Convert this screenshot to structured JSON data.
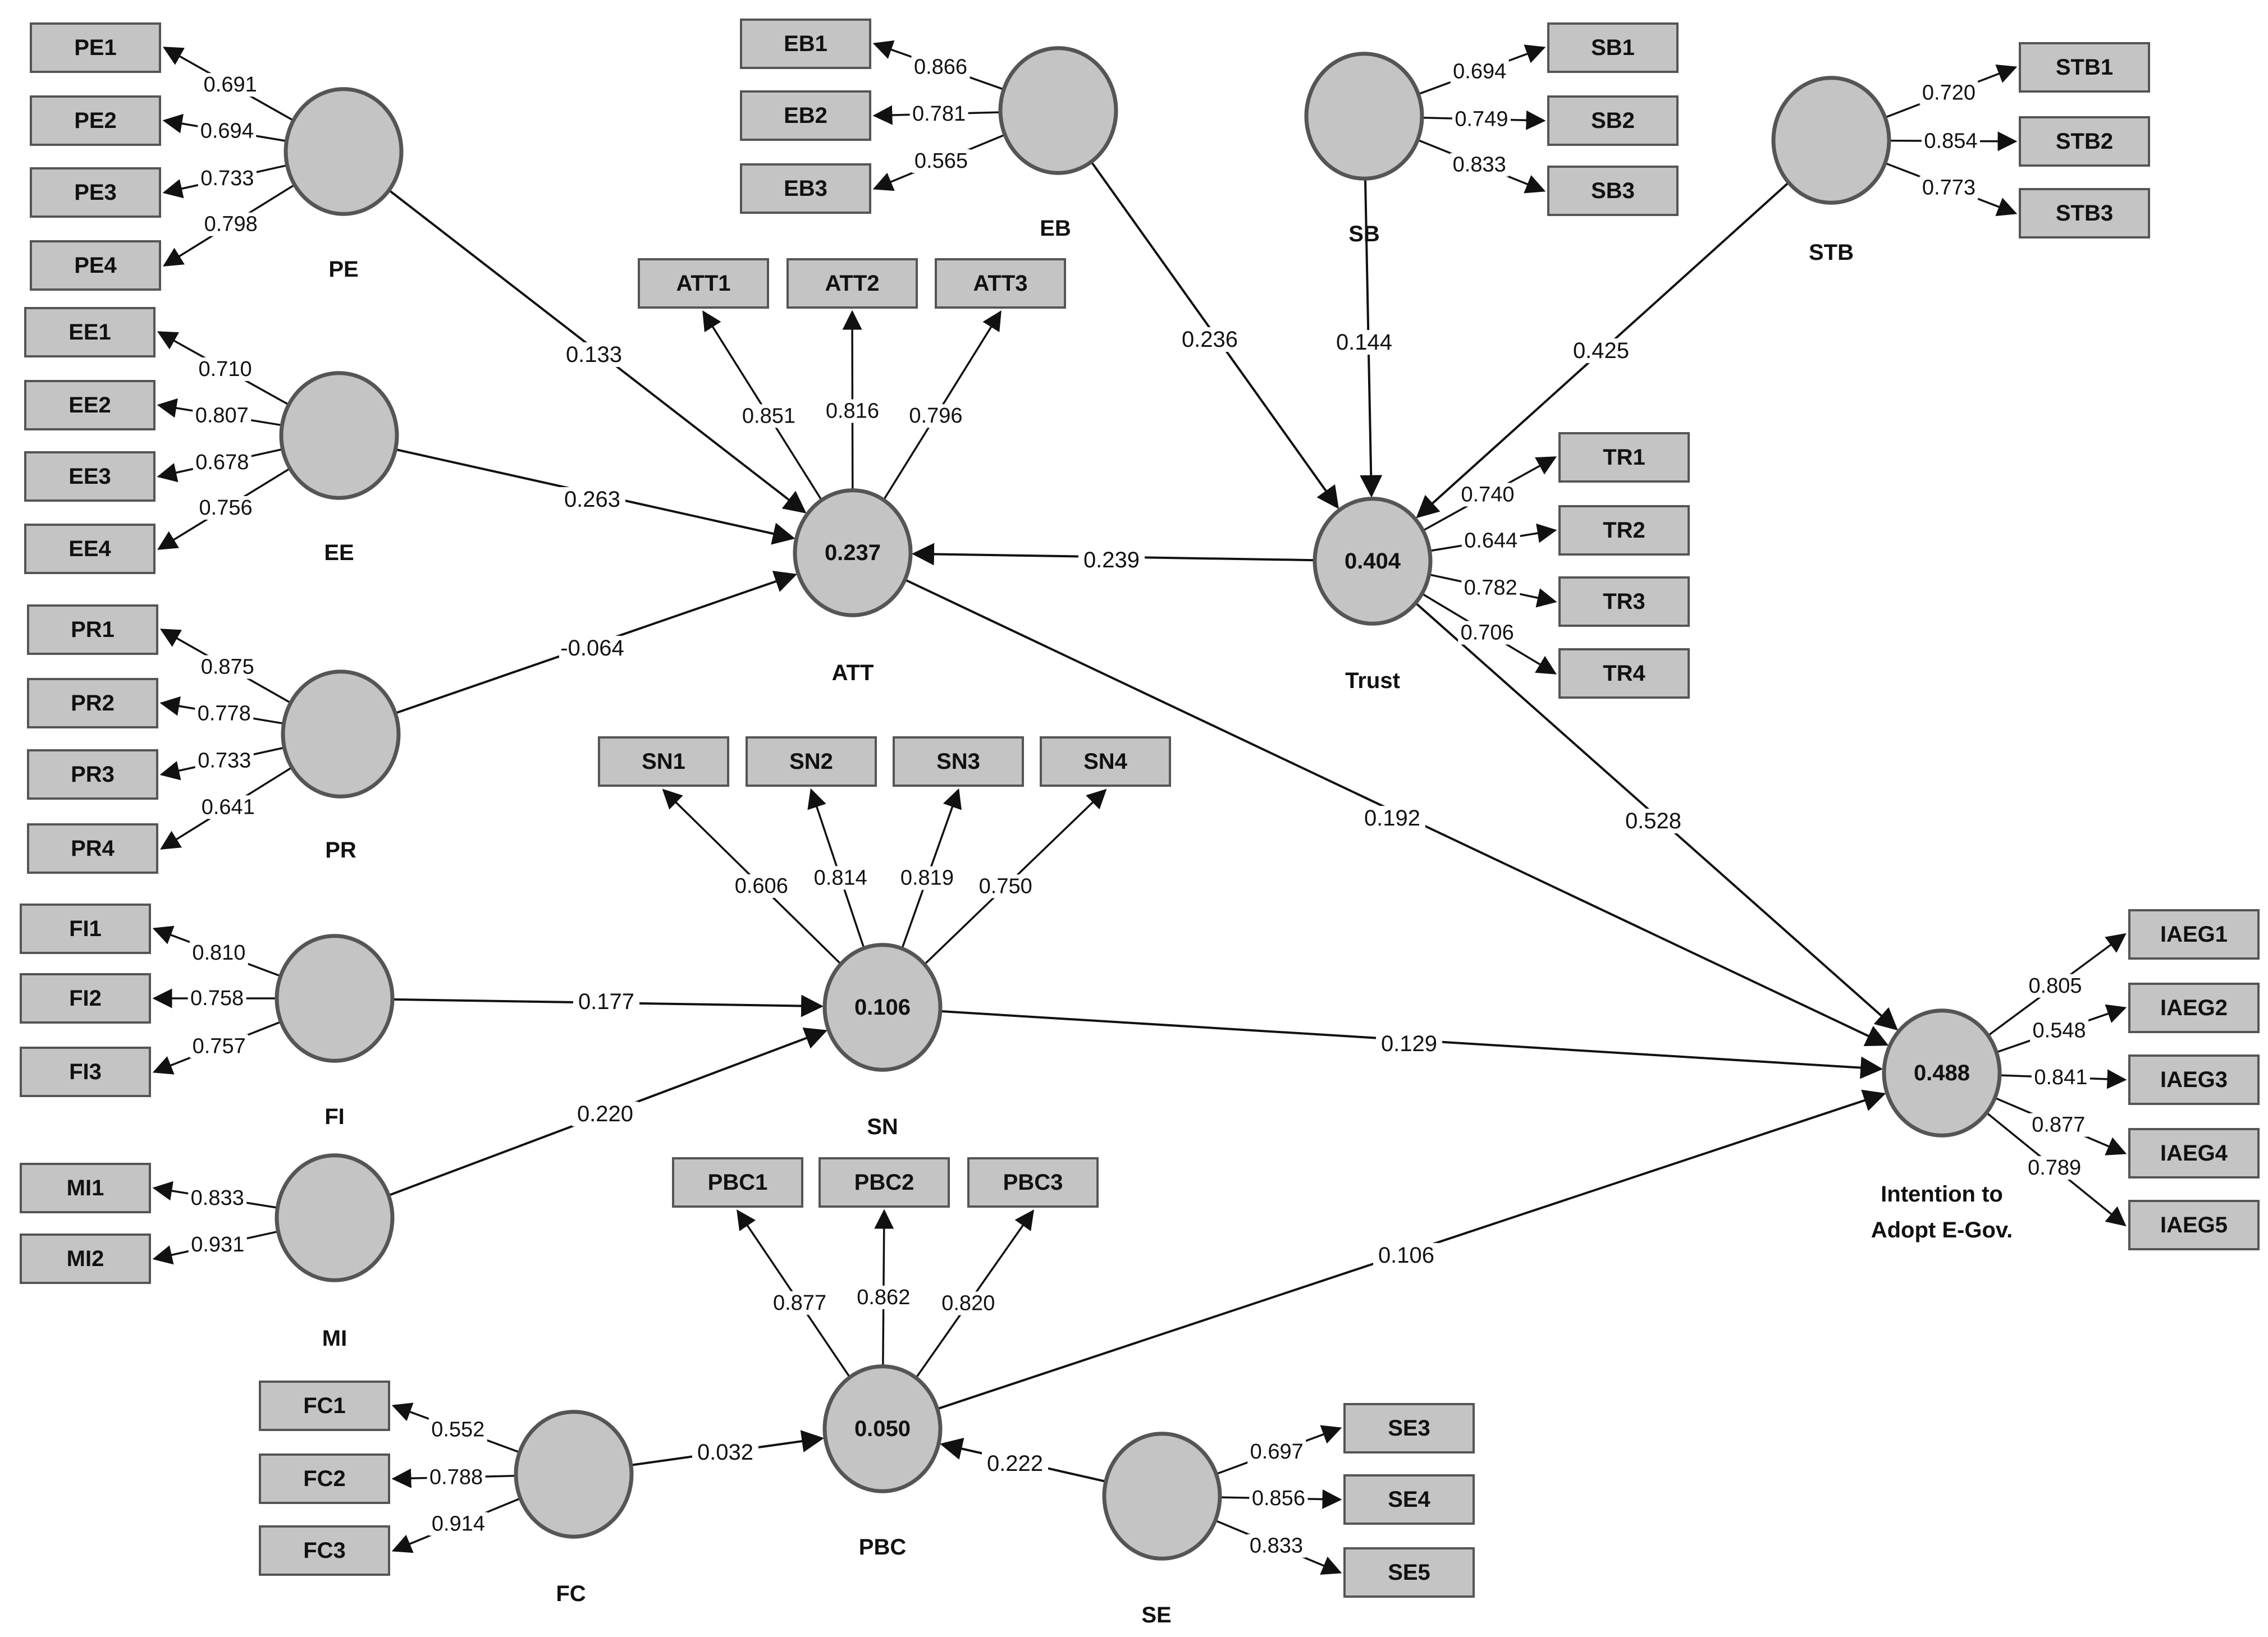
{
  "colors": {
    "fill": "#c4c4c4",
    "stroke": "#555555",
    "line": "#111111",
    "background": "#ffffff"
  },
  "constructs": {
    "PE": {
      "label": "PE",
      "value": ""
    },
    "EE": {
      "label": "EE",
      "value": ""
    },
    "PR": {
      "label": "PR",
      "value": ""
    },
    "FI": {
      "label": "FI",
      "value": ""
    },
    "MI": {
      "label": "MI",
      "value": ""
    },
    "EB": {
      "label": "EB",
      "value": ""
    },
    "SB": {
      "label": "SB",
      "value": ""
    },
    "STB": {
      "label": "STB",
      "value": ""
    },
    "ATT": {
      "label": "ATT",
      "value": "0.237"
    },
    "Trust": {
      "label": "Trust",
      "value": "0.404"
    },
    "SN": {
      "label": "SN",
      "value": "0.106"
    },
    "PBC": {
      "label": "PBC",
      "value": "0.050"
    },
    "IAEG": {
      "label": "Intention to|Adopt E-Gov.",
      "value": "0.488"
    },
    "FC": {
      "label": "FC",
      "value": ""
    },
    "SE": {
      "label": "SE",
      "value": ""
    }
  },
  "indicators": {
    "PE": [
      {
        "name": "PE1",
        "loading": "0.691"
      },
      {
        "name": "PE2",
        "loading": "0.694"
      },
      {
        "name": "PE3",
        "loading": "0.733"
      },
      {
        "name": "PE4",
        "loading": "0.798"
      }
    ],
    "EE": [
      {
        "name": "EE1",
        "loading": "0.710"
      },
      {
        "name": "EE2",
        "loading": "0.807"
      },
      {
        "name": "EE3",
        "loading": "0.678"
      },
      {
        "name": "EE4",
        "loading": "0.756"
      }
    ],
    "PR": [
      {
        "name": "PR1",
        "loading": "0.875"
      },
      {
        "name": "PR2",
        "loading": "0.778"
      },
      {
        "name": "PR3",
        "loading": "0.733"
      },
      {
        "name": "PR4",
        "loading": "0.641"
      }
    ],
    "FI": [
      {
        "name": "FI1",
        "loading": "0.810"
      },
      {
        "name": "FI2",
        "loading": "0.758"
      },
      {
        "name": "FI3",
        "loading": "0.757"
      }
    ],
    "MI": [
      {
        "name": "MI1",
        "loading": "0.833"
      },
      {
        "name": "MI2",
        "loading": "0.931"
      }
    ],
    "EB": [
      {
        "name": "EB1",
        "loading": "0.866"
      },
      {
        "name": "EB2",
        "loading": "0.781"
      },
      {
        "name": "EB3",
        "loading": "0.565"
      }
    ],
    "SB": [
      {
        "name": "SB1",
        "loading": "0.694"
      },
      {
        "name": "SB2",
        "loading": "0.749"
      },
      {
        "name": "SB3",
        "loading": "0.833"
      }
    ],
    "STB": [
      {
        "name": "STB1",
        "loading": "0.720"
      },
      {
        "name": "STB2",
        "loading": "0.854"
      },
      {
        "name": "STB3",
        "loading": "0.773"
      }
    ],
    "ATT": [
      {
        "name": "ATT1",
        "loading": "0.851"
      },
      {
        "name": "ATT2",
        "loading": "0.816"
      },
      {
        "name": "ATT3",
        "loading": "0.796"
      }
    ],
    "Trust": [
      {
        "name": "TR1",
        "loading": "0.740"
      },
      {
        "name": "TR2",
        "loading": "0.644"
      },
      {
        "name": "TR3",
        "loading": "0.782"
      },
      {
        "name": "TR4",
        "loading": "0.706"
      }
    ],
    "SN": [
      {
        "name": "SN1",
        "loading": "0.606"
      },
      {
        "name": "SN2",
        "loading": "0.814"
      },
      {
        "name": "SN3",
        "loading": "0.819"
      },
      {
        "name": "SN4",
        "loading": "0.750"
      }
    ],
    "PBC": [
      {
        "name": "PBC1",
        "loading": "0.877"
      },
      {
        "name": "PBC2",
        "loading": "0.862"
      },
      {
        "name": "PBC3",
        "loading": "0.820"
      }
    ],
    "IAEG": [
      {
        "name": "IAEG1",
        "loading": "0.805"
      },
      {
        "name": "IAEG2",
        "loading": "0.548"
      },
      {
        "name": "IAEG3",
        "loading": "0.841"
      },
      {
        "name": "IAEG4",
        "loading": "0.877"
      },
      {
        "name": "IAEG5",
        "loading": "0.789"
      }
    ],
    "FC": [
      {
        "name": "FC1",
        "loading": "0.552"
      },
      {
        "name": "FC2",
        "loading": "0.788"
      },
      {
        "name": "FC3",
        "loading": "0.914"
      }
    ],
    "SE": [
      {
        "name": "SE3",
        "loading": "0.697"
      },
      {
        "name": "SE4",
        "loading": "0.856"
      },
      {
        "name": "SE5",
        "loading": "0.833"
      }
    ]
  },
  "paths": [
    {
      "from": "PE",
      "to": "ATT",
      "coef": "0.133"
    },
    {
      "from": "EE",
      "to": "ATT",
      "coef": "0.263"
    },
    {
      "from": "PR",
      "to": "ATT",
      "coef": "-0.064"
    },
    {
      "from": "Trust",
      "to": "ATT",
      "coef": "0.239"
    },
    {
      "from": "EB",
      "to": "Trust",
      "coef": "0.236"
    },
    {
      "from": "SB",
      "to": "Trust",
      "coef": "0.144"
    },
    {
      "from": "STB",
      "to": "Trust",
      "coef": "0.425"
    },
    {
      "from": "ATT",
      "to": "IAEG",
      "coef": "0.192"
    },
    {
      "from": "Trust",
      "to": "IAEG",
      "coef": "0.528"
    },
    {
      "from": "FI",
      "to": "SN",
      "coef": "0.177"
    },
    {
      "from": "MI",
      "to": "SN",
      "coef": "0.220"
    },
    {
      "from": "SN",
      "to": "IAEG",
      "coef": "0.129"
    },
    {
      "from": "FC",
      "to": "PBC",
      "coef": "0.032"
    },
    {
      "from": "SE",
      "to": "PBC",
      "coef": "0.222"
    },
    {
      "from": "PBC",
      "to": "IAEG",
      "coef": "0.106"
    }
  ]
}
